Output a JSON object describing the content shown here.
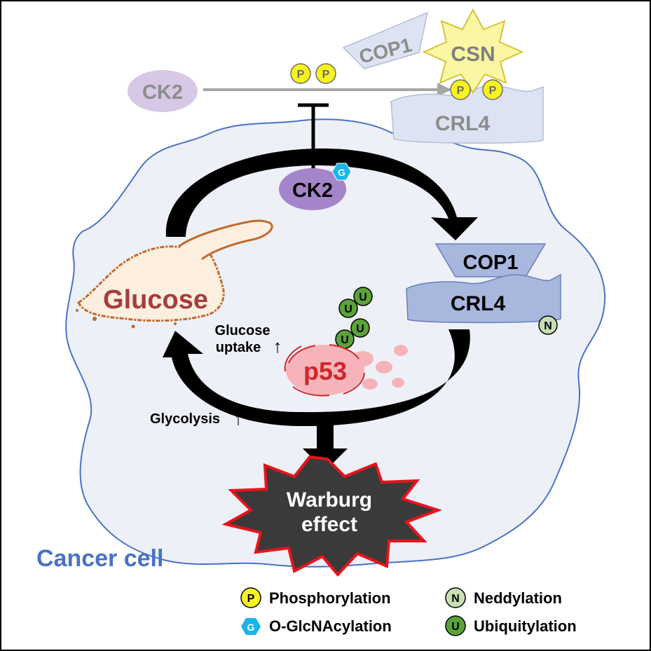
{
  "top": {
    "ck2_label": "CK2",
    "cop1_label": "COP1",
    "csn_label": "CSN",
    "crl4_label": "CRL4",
    "p_mark": "P"
  },
  "center": {
    "ck2_label": "CK2",
    "g_mark": "G",
    "cop1_label": "COP1",
    "crl4_label": "CRL4",
    "n_mark": "N",
    "u_mark": "U",
    "p53_label": "p53",
    "glucose_label": "Glucose",
    "glucose_uptake_line1": "Glucose",
    "glucose_uptake_line2": "uptake",
    "glycolysis_label": "Glycolysis",
    "up_arrow": "↑",
    "warburg_line1": "Warburg",
    "warburg_line2": "effect",
    "cell_label": "Cancer cell"
  },
  "legend": {
    "phosphorylation": {
      "mark": "P",
      "label": "Phosphorylation"
    },
    "oglcnacylation": {
      "mark": "G",
      "label": "O-GlcNAcylation"
    },
    "neddylation": {
      "mark": "N",
      "label": "Neddylation"
    },
    "ubiquitylation": {
      "mark": "U",
      "label": "Ubiquitylation"
    }
  },
  "colors": {
    "cell_fill": "#eef0f7",
    "cell_stroke": "#4a72c4",
    "ck2_fill": "#a585c9",
    "ck2_faded_fill": "#d7c8e6",
    "crl4_fill": "#a8b7de",
    "crl4_faded_fill": "#dde3f2",
    "phospho_fill": "#f7f31f",
    "ubiq_fill": "#5aa339",
    "nedd_fill": "#c6e0b4",
    "glcnac_fill": "#17b5e8",
    "glucose_text": "#a63c3c",
    "p53_text": "#d0262c",
    "warburg_stroke": "#e8141b",
    "cancer_text": "#4a72c4"
  }
}
